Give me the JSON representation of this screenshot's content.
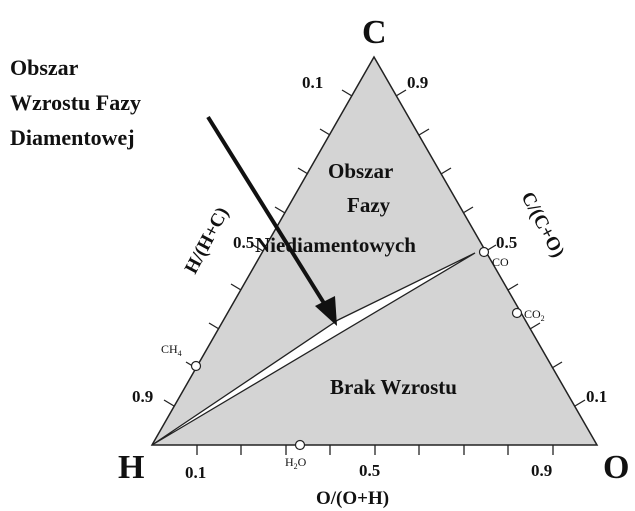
{
  "vertices": {
    "top": "C",
    "bottom_left": "H",
    "bottom_right": "O"
  },
  "axis_labels": {
    "left": "H/(H+C)",
    "right": "C/(C+O)",
    "bottom": "O/(O+H)"
  },
  "ticks": {
    "left_top": "0.1",
    "left_mid": "0.5",
    "left_bottom": "0.9",
    "right_top": "0.9",
    "right_mid": "0.5",
    "right_bottom": "0.1",
    "bottom_left": "0.1",
    "bottom_mid": "0.5",
    "bottom_right": "0.9"
  },
  "regions": {
    "non_diamond": [
      "Obszar",
      "Fazy",
      "Niediamentowych"
    ],
    "no_growth": "Brak Wzrostu"
  },
  "callout": [
    "Obszar",
    "Wzrostu Fazy",
    "Diamentowej"
  ],
  "points": {
    "ch4": {
      "base": "CH",
      "sub": "4"
    },
    "co": {
      "base": "CO"
    },
    "co2": {
      "base": "CO",
      "sub": "2"
    },
    "h2o": {
      "base": "H",
      "sub": "2",
      "tail": "O"
    }
  },
  "colors": {
    "fill": "#d4d4d4",
    "stroke": "#222222",
    "diamond_band": "#ffffff"
  }
}
